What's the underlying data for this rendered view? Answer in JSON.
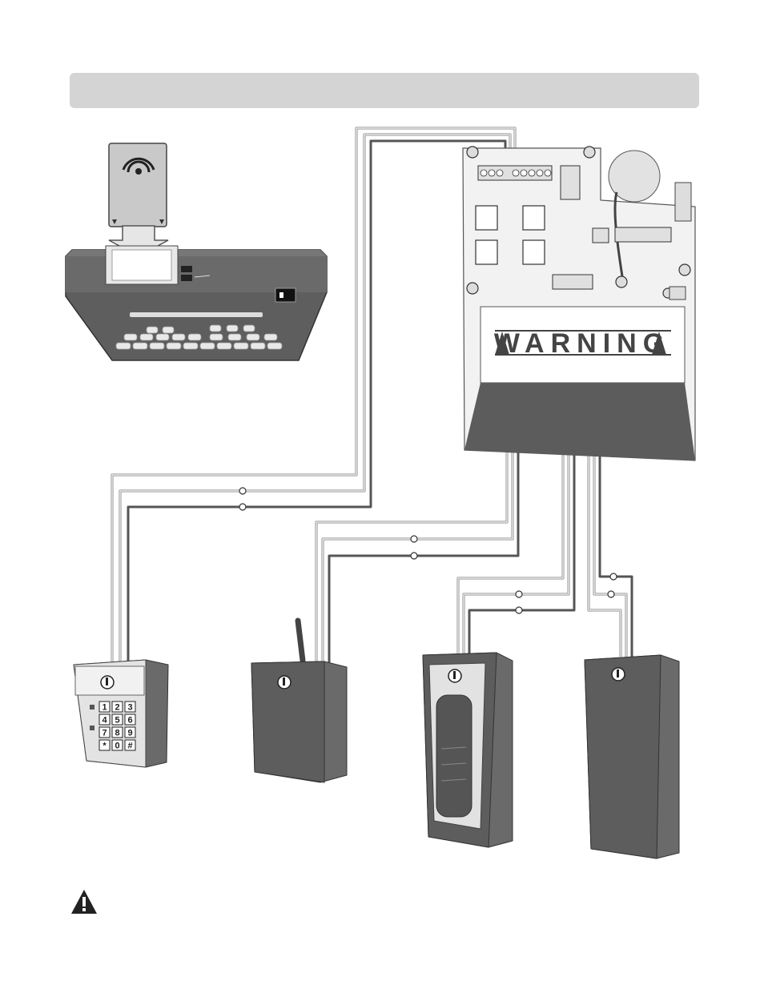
{
  "header": {
    "title": ""
  },
  "panel": {
    "warning_label": "WARNING"
  },
  "keypad": {
    "keys": [
      "1",
      "2",
      "3",
      "4",
      "5",
      "6",
      "7",
      "8",
      "9",
      "*",
      "0",
      "#"
    ]
  },
  "footer": {
    "note": ""
  }
}
